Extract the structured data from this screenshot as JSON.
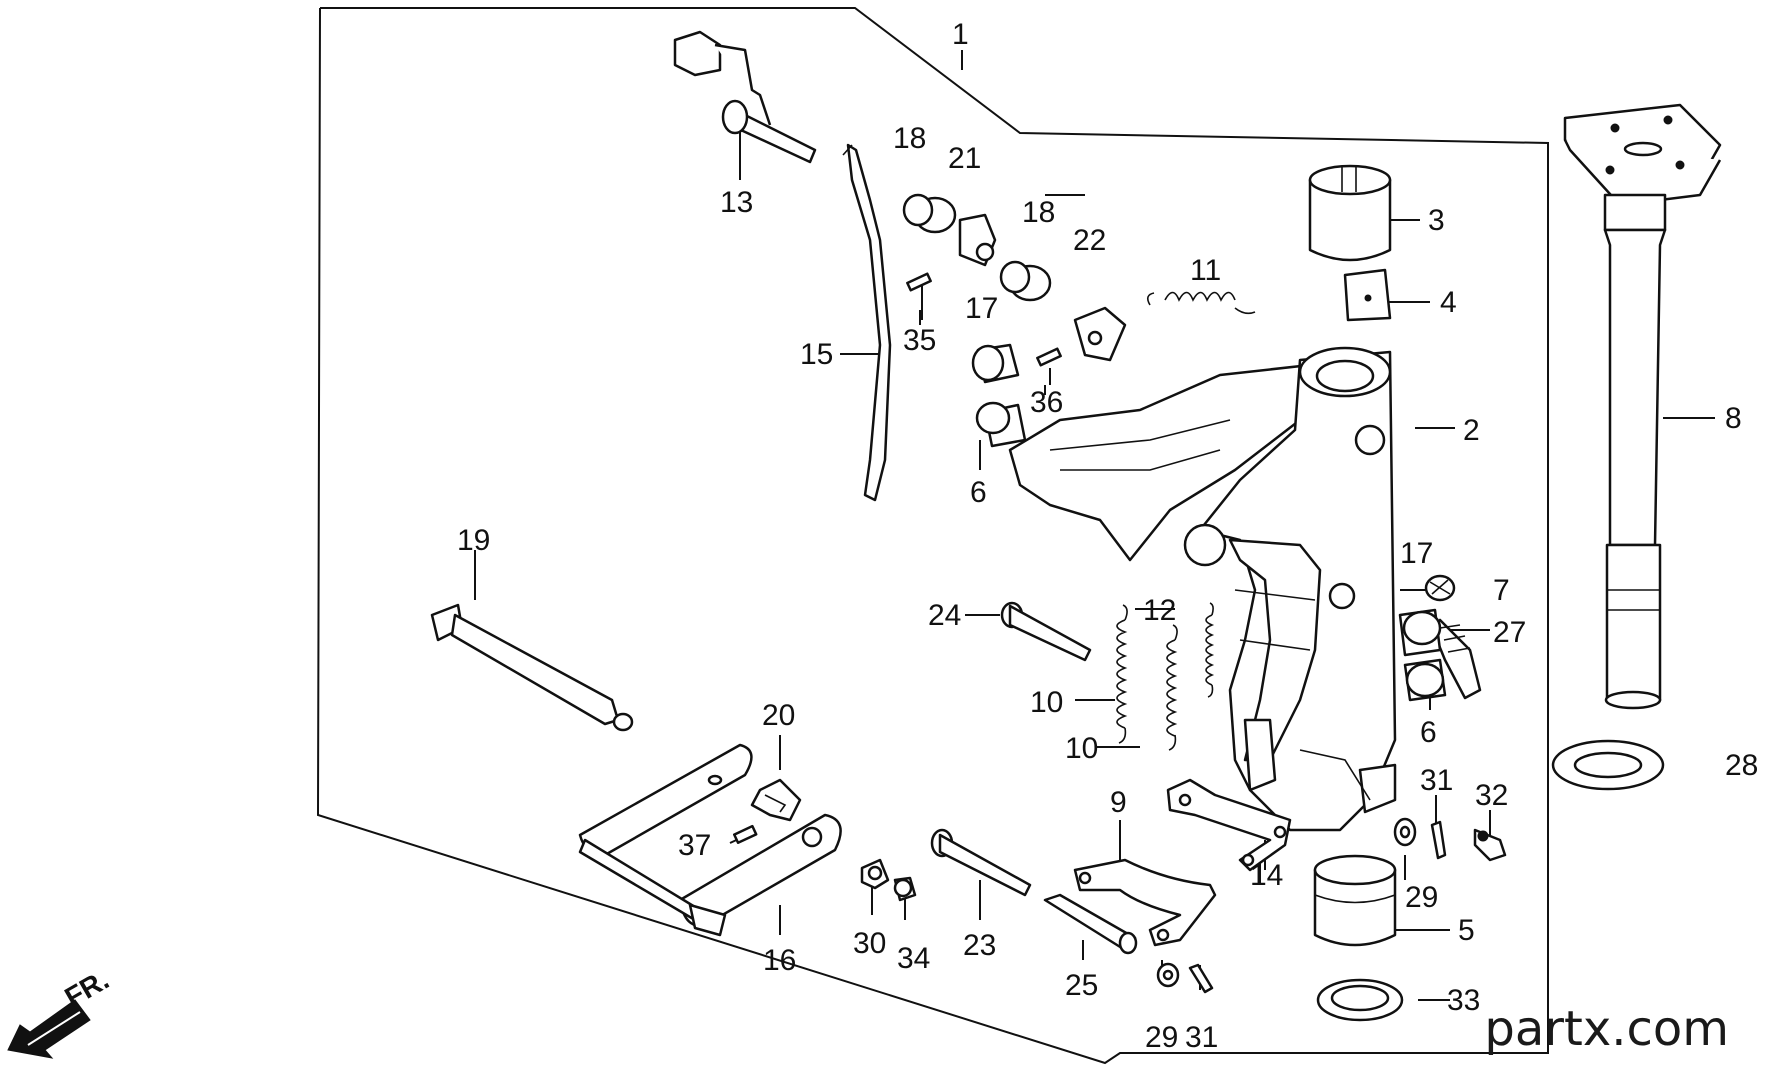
{
  "diagram": {
    "watermark": "partx.com",
    "direction_label": "FR.",
    "callouts": {
      "c1": "1",
      "c2": "2",
      "c3": "3",
      "c4": "4",
      "c5": "5",
      "c6a": "6",
      "c6b": "6",
      "c7": "7",
      "c8": "8",
      "c9": "9",
      "c10a": "10",
      "c10b": "10",
      "c11": "11",
      "c12": "12",
      "c13": "13",
      "c14": "14",
      "c15": "15",
      "c16": "16",
      "c17a": "17",
      "c17b": "17",
      "c18a": "18",
      "c18b": "18",
      "c19": "19",
      "c20": "20",
      "c21": "21",
      "c22": "22",
      "c23": "23",
      "c24": "24",
      "c25": "25",
      "c27": "27",
      "c28": "28",
      "c29a": "29",
      "c29b": "29",
      "c30": "30",
      "c31a": "31",
      "c31b": "31",
      "c32": "32",
      "c33": "33",
      "c34": "34",
      "c35": "35",
      "c36": "36",
      "c37": "37"
    }
  }
}
